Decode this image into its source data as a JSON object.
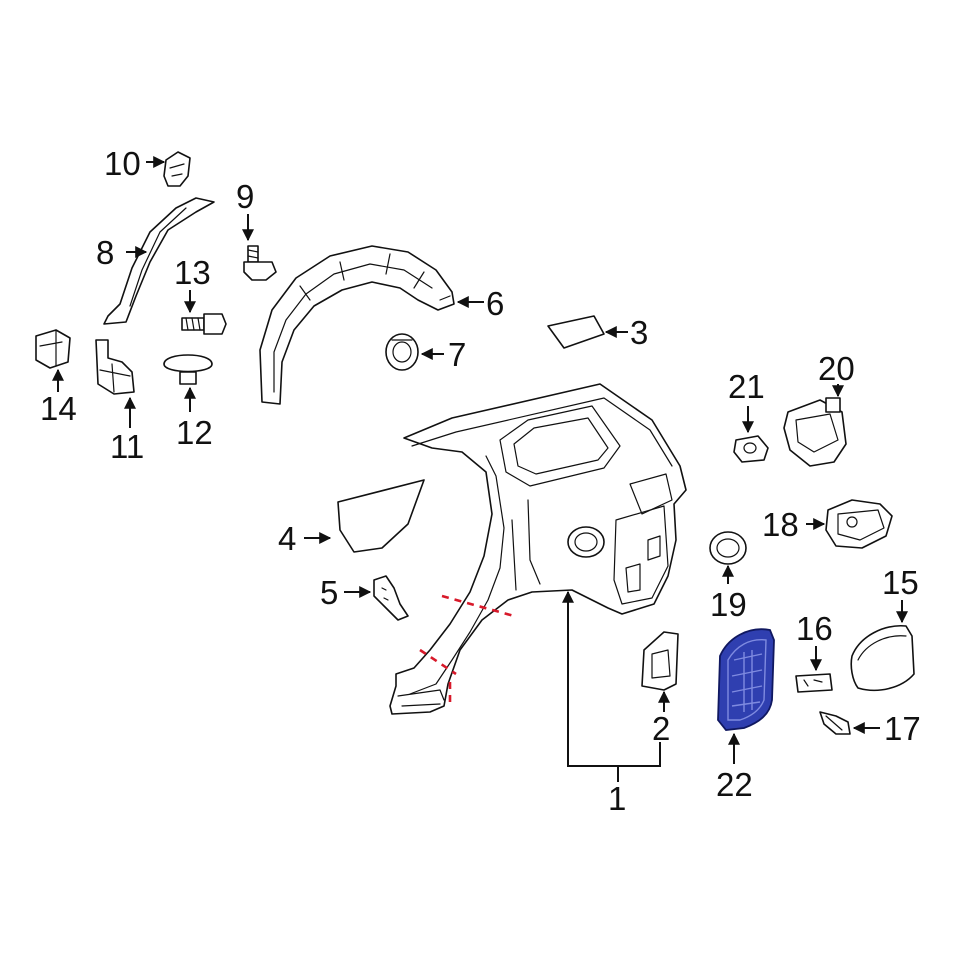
{
  "diagram": {
    "highlight_color": "#2f3fb0",
    "cut_line_color": "#d8192a",
    "callouts": [
      {
        "id": "1",
        "text": "1"
      },
      {
        "id": "2",
        "text": "2"
      },
      {
        "id": "3",
        "text": "3"
      },
      {
        "id": "4",
        "text": "4"
      },
      {
        "id": "5",
        "text": "5"
      },
      {
        "id": "6",
        "text": "6"
      },
      {
        "id": "7",
        "text": "7"
      },
      {
        "id": "8",
        "text": "8"
      },
      {
        "id": "9",
        "text": "9"
      },
      {
        "id": "10",
        "text": "10"
      },
      {
        "id": "11",
        "text": "11"
      },
      {
        "id": "12",
        "text": "12"
      },
      {
        "id": "13",
        "text": "13"
      },
      {
        "id": "14",
        "text": "14"
      },
      {
        "id": "15",
        "text": "15"
      },
      {
        "id": "16",
        "text": "16"
      },
      {
        "id": "17",
        "text": "17"
      },
      {
        "id": "18",
        "text": "18"
      },
      {
        "id": "19",
        "text": "19"
      },
      {
        "id": "20",
        "text": "20"
      },
      {
        "id": "21",
        "text": "21"
      },
      {
        "id": "22",
        "text": "22"
      }
    ],
    "highlighted_part": "22"
  }
}
